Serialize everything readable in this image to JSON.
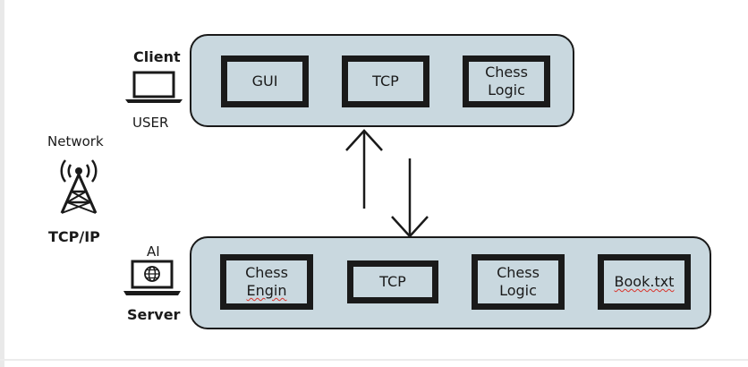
{
  "client": {
    "role_label": "Client",
    "user_label": "USER",
    "modules": [
      {
        "line1": "GUI",
        "line2": ""
      },
      {
        "line1": "TCP",
        "line2": ""
      },
      {
        "line1": "Chess",
        "line2": "Logic"
      }
    ]
  },
  "network": {
    "label": "Network",
    "protocol_label": "TCP/IP"
  },
  "server": {
    "ai_label": "AI",
    "role_label": "Server",
    "modules": [
      {
        "line1": "Chess",
        "line2": "Engin"
      },
      {
        "line1": "TCP",
        "line2": ""
      },
      {
        "line1": "Chess",
        "line2": "Logic"
      },
      {
        "line1": "Book.txt",
        "line2": ""
      }
    ]
  },
  "icons": {
    "client_device": "laptop-icon",
    "server_device": "laptop-globe-icon",
    "network": "antenna-tower-icon"
  },
  "colors": {
    "panel_fill": "#c9d8df",
    "outline": "#1a1a1a",
    "spellcheck_underline": "#d9332b"
  }
}
